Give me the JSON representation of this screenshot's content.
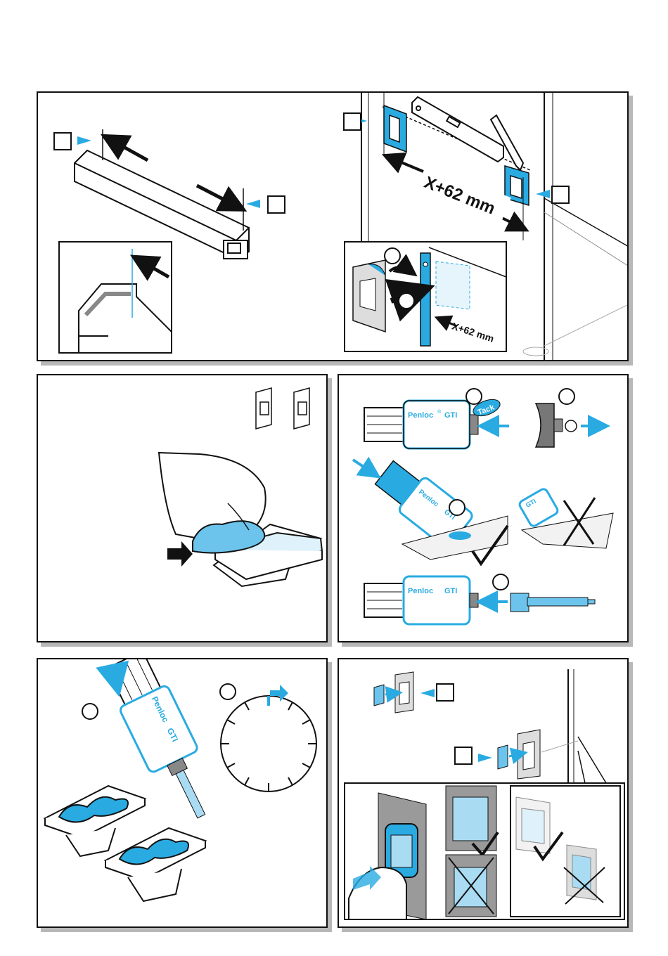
{
  "measurement_label": "X+62 mm",
  "cartridge": {
    "brand": "Penloc",
    "registered_mark": "®",
    "product": "GTI",
    "cap_label": "Tack"
  },
  "colors": {
    "accent": "#29abe2",
    "accent_light": "#a9dcf3",
    "accent_pale": "#dff1fa",
    "ink": "#111111",
    "panel_shadow": "#b8b8b8",
    "grey_fill": "#9a9a9a"
  }
}
